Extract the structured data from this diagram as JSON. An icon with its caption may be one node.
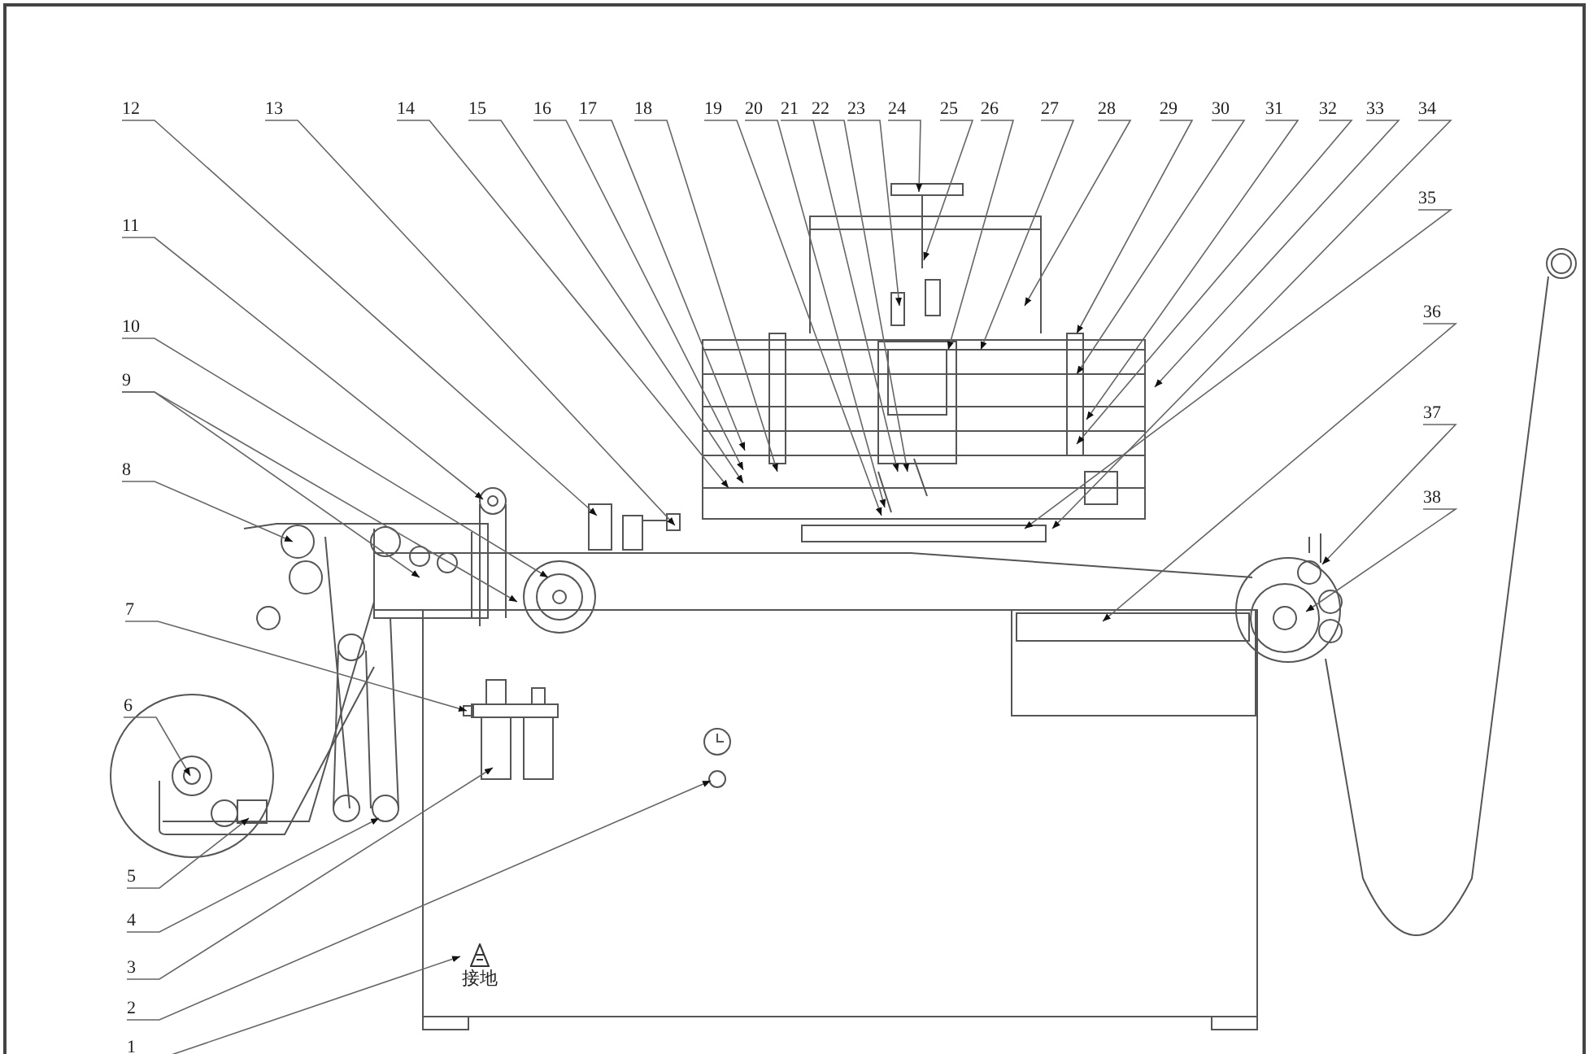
{
  "diagram": {
    "nodes": [
      {
        "text": [
          "1"
        ]
      },
      {
        "text": [
          "2"
        ]
      },
      {
        "text": [
          "3"
        ]
      },
      {
        "text": [
          "4"
        ]
      },
      {
        "text": [
          "5"
        ]
      },
      {
        "text": [
          "6"
        ]
      },
      {
        "text": [
          "7"
        ]
      },
      {
        "text": [
          "8"
        ]
      },
      {
        "text": [
          "9"
        ]
      },
      {
        "text": [
          "10"
        ]
      },
      {
        "text": [
          "11"
        ]
      },
      {
        "text": [
          "12"
        ]
      },
      {
        "text": [
          "13"
        ]
      },
      {
        "text": [
          "14"
        ]
      },
      {
        "text": [
          "15"
        ]
      },
      {
        "text": [
          "16"
        ]
      },
      {
        "text": [
          "17"
        ]
      },
      {
        "text": [
          "18"
        ]
      },
      {
        "text": [
          "19"
        ]
      },
      {
        "text": [
          "20"
        ]
      },
      {
        "text": [
          "21"
        ]
      },
      {
        "text": [
          "22"
        ]
      },
      {
        "text": [
          "23"
        ]
      },
      {
        "text": [
          "24"
        ]
      },
      {
        "text": [
          "25"
        ]
      },
      {
        "text": [
          "26"
        ]
      },
      {
        "text": [
          "27"
        ]
      },
      {
        "text": [
          "28"
        ]
      },
      {
        "text": [
          "29"
        ]
      },
      {
        "text": [
          "30"
        ]
      },
      {
        "text": [
          "31"
        ]
      },
      {
        "text": [
          "32"
        ]
      },
      {
        "text": [
          "33"
        ]
      },
      {
        "text": [
          "34"
        ]
      },
      {
        "text": [
          "35"
        ]
      },
      {
        "text": [
          "36"
        ]
      },
      {
        "text": [
          "37"
        ]
      },
      {
        "text": [
          "38"
        ]
      },
      {
        "text": [
          "接地"
        ]
      }
    ],
    "edges": [
      {
        "from": 0,
        "to": 38,
        "arrow": "to"
      },
      {
        "from": 1,
        "to": null,
        "arrow": "to"
      },
      {
        "from": 2,
        "to": null,
        "arrow": "to"
      },
      {
        "from": 3,
        "to": null,
        "arrow": "to"
      },
      {
        "from": 4,
        "to": null,
        "arrow": "to"
      },
      {
        "from": 5,
        "to": null,
        "arrow": "to"
      },
      {
        "from": 6,
        "to": null,
        "arrow": "to"
      },
      {
        "from": 7,
        "to": null,
        "arrow": "to"
      },
      {
        "from": 8,
        "to": null,
        "arrow": "to"
      },
      {
        "from": 8,
        "to": null,
        "arrow": "to"
      },
      {
        "from": 9,
        "to": null,
        "arrow": "to"
      },
      {
        "from": 10,
        "to": null,
        "arrow": "to"
      },
      {
        "from": 11,
        "to": null,
        "arrow": "to"
      },
      {
        "from": 12,
        "to": null,
        "arrow": "to"
      },
      {
        "from": 13,
        "to": null,
        "arrow": "to"
      },
      {
        "from": 14,
        "to": null,
        "arrow": "to"
      },
      {
        "from": 15,
        "to": null,
        "arrow": "to"
      },
      {
        "from": 16,
        "to": null,
        "arrow": "to"
      },
      {
        "from": 17,
        "to": null,
        "arrow": "to"
      },
      {
        "from": 18,
        "to": null,
        "arrow": "to"
      },
      {
        "from": 19,
        "to": null,
        "arrow": "to"
      },
      {
        "from": 20,
        "to": null,
        "arrow": "to"
      },
      {
        "from": 21,
        "to": null,
        "arrow": "to"
      },
      {
        "from": 22,
        "to": null,
        "arrow": "to"
      },
      {
        "from": 23,
        "to": null,
        "arrow": "to"
      },
      {
        "from": 24,
        "to": null,
        "arrow": "to"
      },
      {
        "from": 25,
        "to": null,
        "arrow": "to"
      },
      {
        "from": 26,
        "to": null,
        "arrow": "to"
      },
      {
        "from": 27,
        "to": null,
        "arrow": "to"
      },
      {
        "from": 28,
        "to": null,
        "arrow": "to"
      },
      {
        "from": 29,
        "to": null,
        "arrow": "to"
      },
      {
        "from": 30,
        "to": null,
        "arrow": "to"
      },
      {
        "from": 31,
        "to": null,
        "arrow": "to"
      },
      {
        "from": 32,
        "to": null,
        "arrow": "to"
      },
      {
        "from": 33,
        "to": null,
        "arrow": "to"
      },
      {
        "from": 34,
        "to": null,
        "arrow": "to"
      },
      {
        "from": 35,
        "to": null,
        "arrow": "to"
      },
      {
        "from": 36,
        "to": null,
        "arrow": "to"
      },
      {
        "from": 37,
        "to": null,
        "arrow": "to"
      }
    ]
  }
}
